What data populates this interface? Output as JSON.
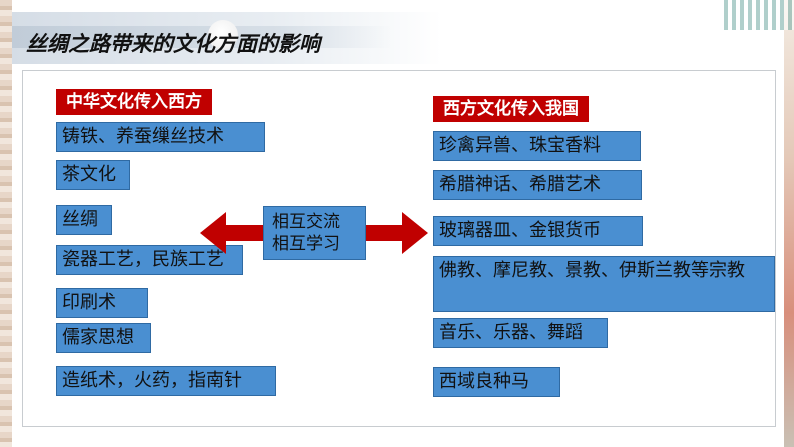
{
  "slide": {
    "title": "丝绸之路带来的文化方面的影响",
    "left_header": "中华文化传入西方",
    "right_header": "西方文化传入我国",
    "center": {
      "line1": "相互交流",
      "line2": "相互学习"
    },
    "left_items": [
      "铸铁、养蚕缫丝技术",
      "茶文化",
      "丝绸",
      "瓷器工艺，民族工艺",
      "印刷术",
      "儒家思想",
      "造纸术，火药，指南针"
    ],
    "right_items": [
      "珍禽异兽、珠宝香料",
      "希腊神话、希腊艺术",
      "玻璃器皿、金银货币",
      "佛教、摩尼教、景教、伊斯兰教等宗教",
      "音乐、乐器、舞蹈",
      "西域良种马"
    ]
  },
  "colors": {
    "header_red": "#c00000",
    "box_blue": "#4a8fd1",
    "arrow_red": "#c00000"
  }
}
